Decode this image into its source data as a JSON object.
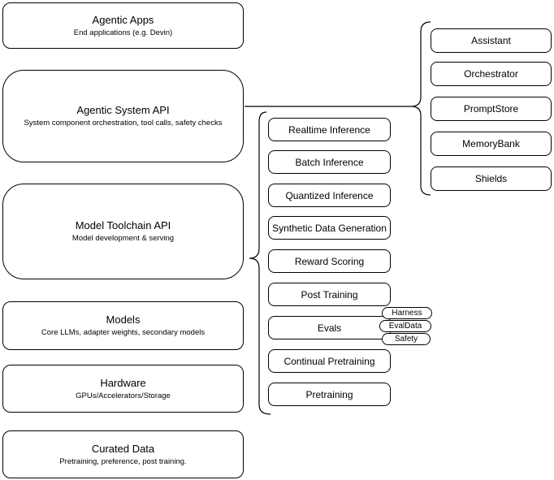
{
  "diagram": {
    "layers": [
      {
        "title": "Agentic Apps",
        "subtitle": "End applications (e.g. Devin)"
      },
      {
        "title": "Agentic System API",
        "subtitle": "System component orchestration, tool calls, safety checks"
      },
      {
        "title": "Model Toolchain API",
        "subtitle": "Model development & serving"
      },
      {
        "title": "Models",
        "subtitle": "Core LLMs, adapter weights, secondary models"
      },
      {
        "title": "Hardware",
        "subtitle": "GPUs/Accelerators/Storage"
      },
      {
        "title": "Curated Data",
        "subtitle": "Pretraining, preference, post training."
      }
    ],
    "toolchain_items": [
      "Realtime Inference",
      "Batch Inference",
      "Quantized Inference",
      "Synthetic Data Generation",
      "Reward Scoring",
      "Post Training",
      "Evals",
      "Continual Pretraining",
      "Pretraining"
    ],
    "eval_tags": [
      "Harness",
      "EvalData",
      "Safety"
    ],
    "system_components": [
      "Assistant",
      "Orchestrator",
      "PromptStore",
      "MemoryBank",
      "Shields"
    ],
    "colors": {
      "stroke": "#000000",
      "fill": "#ffffff",
      "text": "#000000"
    }
  }
}
